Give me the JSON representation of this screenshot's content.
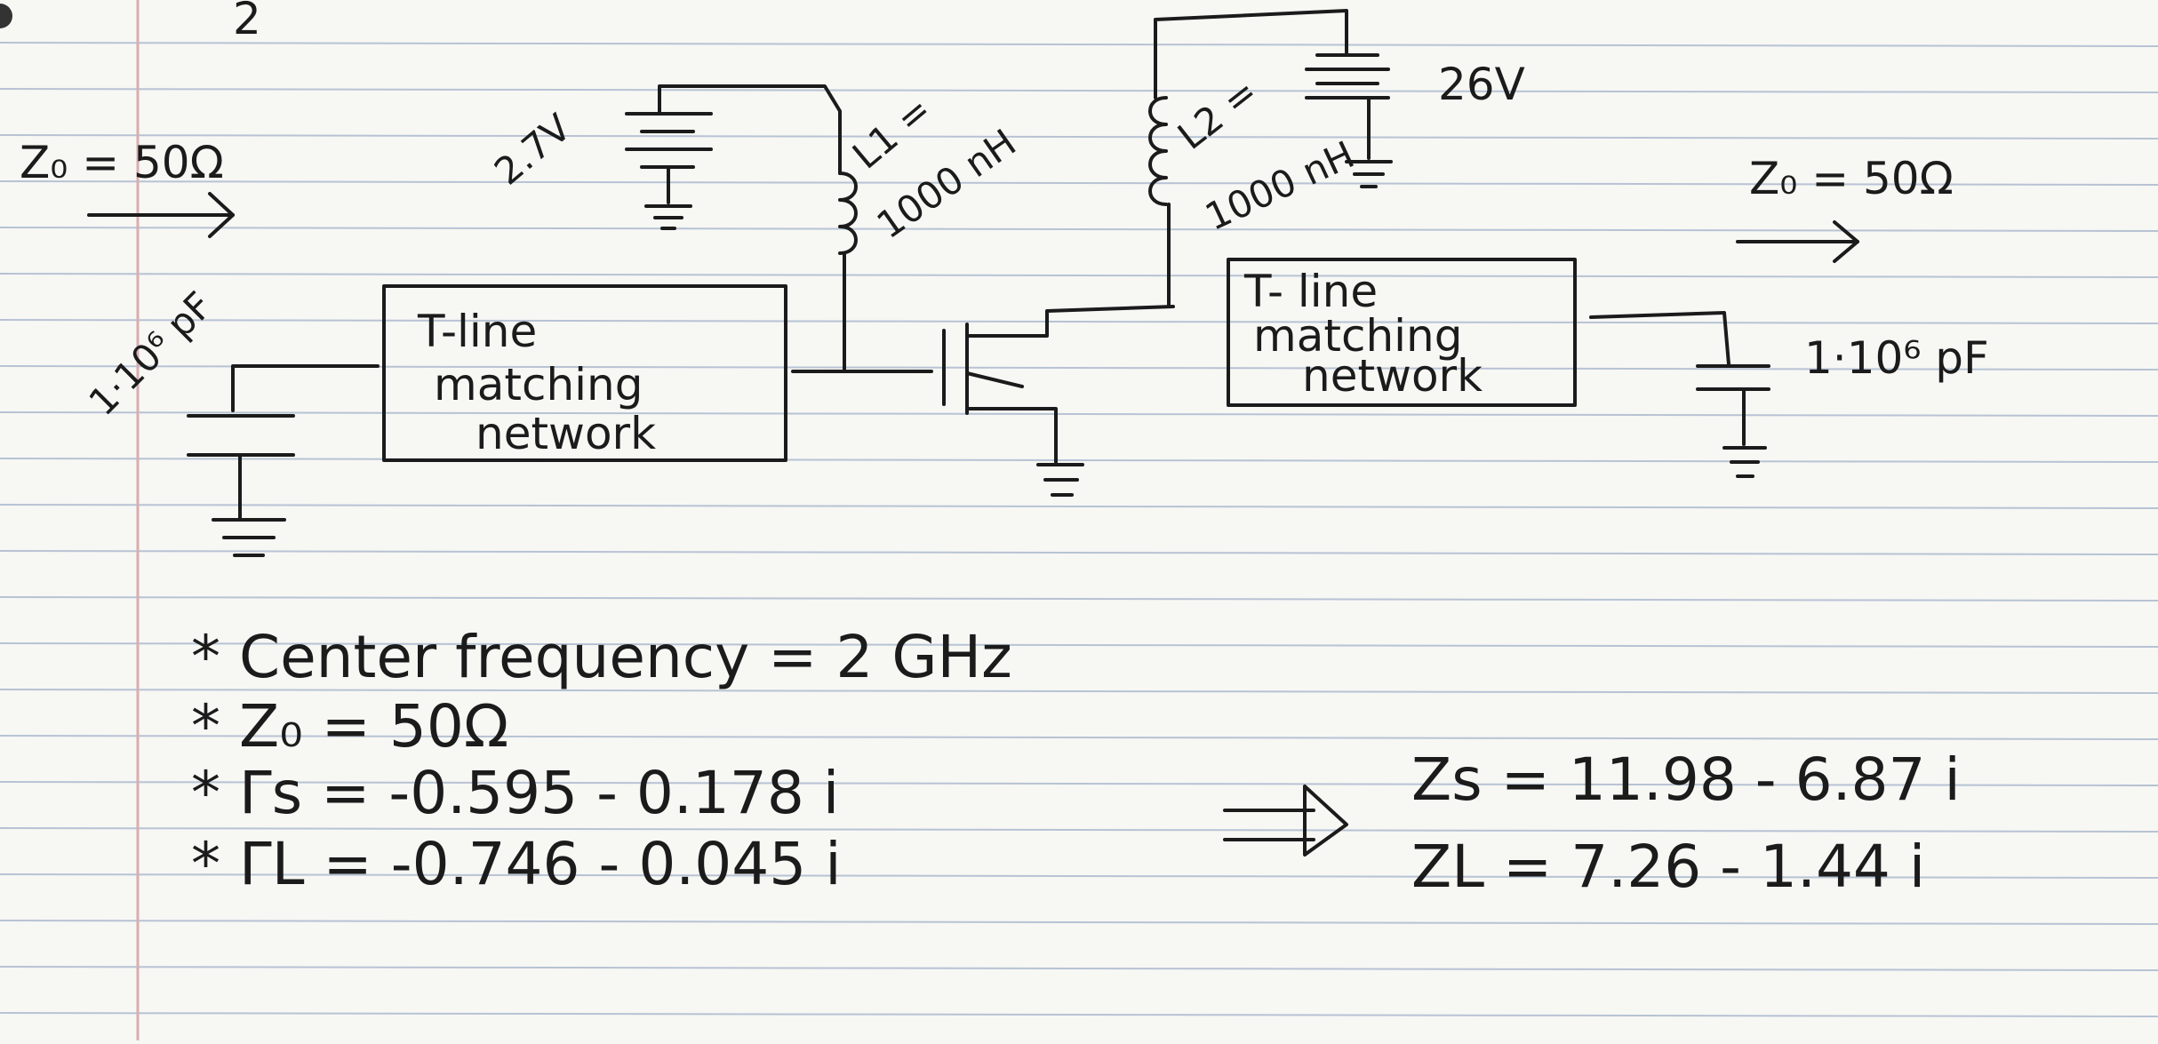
{
  "colors": {
    "paper": "#f7f7f4",
    "rule_line": "#b7c3d4",
    "margin_line": "#d8aeb0",
    "ink": "#1b1b1b"
  },
  "top_mark": "2",
  "input": {
    "impedance": "Z₀ = 50Ω",
    "capacitor": "1·10⁶ pF"
  },
  "gate_bias": {
    "voltage": "2.7V",
    "inductor_name": "L1 =",
    "inductor_value": "1000 nH"
  },
  "drain_bias": {
    "voltage": "26V",
    "inductor_name": "L2 =",
    "inductor_value": "1000 nH"
  },
  "input_network": {
    "line1": "T-line",
    "line2": "matching",
    "line3": "network"
  },
  "output_network": {
    "line1": "T- line",
    "line2": "matching",
    "line3": "network"
  },
  "output": {
    "impedance": "Z₀ = 50Ω",
    "capacitor": "1·10⁶ pF"
  },
  "notes": [
    "* Center frequency = 2 GHz",
    "* Z₀ = 50Ω",
    "* Γs =  -0.595 - 0.178 i",
    "* ΓL = -0.746 - 0.045 i"
  ],
  "results": {
    "zs": "Zs = 11.98 - 6.87 i",
    "zl": "ZL = 7.26  - 1.44 i"
  }
}
